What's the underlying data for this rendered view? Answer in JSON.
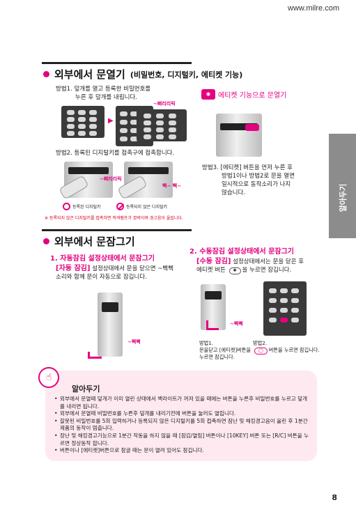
{
  "header": {
    "url": "www.milre.com"
  },
  "side_tab": {
    "label": "알아두기"
  },
  "sec1": {
    "title": "외부에서 문열기",
    "title_suffix": "(비밀번호, 디지털키, 에티켓 기능)",
    "method1": "방법1. 덮개를 열고 등록한 비밀번호를",
    "method1_cont": "누른 후 덮개를 내립니다.",
    "beep1": "~삐리리릭",
    "method2": "방법2. 등록된 디지털키를 접촉구에 접촉합니다.",
    "beep2": "~삐리리릭",
    "beep3": "삑~ 삑~",
    "legend_ok": "등록된 디지털키",
    "legend_ng": "등록되지 않은 디지털키",
    "note": "※ 등록되지 않은 디지털키를 접촉하면 적색램프가 깜박이며 경고음이 울립니다.",
    "etiquette_icon": "etiquette-key-icon",
    "etiquette_title": "에티켓 기능으로 문열기",
    "method3": [
      "방법3. [에티켓] 버튼을 먼저 누른 후",
      "방법1이나 방법2로 문을 열면",
      "일시적으로 동작소리가 나지",
      "않습니다."
    ]
  },
  "sec2": {
    "title": "외부에서 문잠그기",
    "auto_title": "1. 자동잠김 설정상태에서 문잠그기",
    "auto_bracket": "[자동 잠김]",
    "auto_desc1": " 설정상태에서 문을 닫으면 ~삑삑",
    "auto_desc2": "소리와 함께 문이 자동으로 잠깁니다.",
    "beep_auto": "~삑삑",
    "manual_title": "2. 수동잠김 설정상태에서 문잠그기",
    "manual_bracket": "[수동 잠김]",
    "manual_desc1": " 설정상태에서는 문을 닫은 후",
    "manual_desc2_a": "에티켓 버튼",
    "manual_desc2_b": "을 누르면 잠깁니다.",
    "beep_manual": "~삑삑",
    "m1_label": "방법1.",
    "m1_desc1": "문을닫고 [에티켓]버튼을",
    "m1_desc2": "누르면 잠깁니다.",
    "m2_label": "방법2.",
    "m2_desc": "버튼을 누르면 잠깁니다."
  },
  "info": {
    "heading": "알아두기",
    "items": [
      "외부에서 문열때 덮개가 이미 열린 상태에서 백라이트가 꺼져 있을 때에는 버튼을 누른후 비밀번호를 누르고 덮개를 내리면 됩니다.",
      "외부에서 문열때 비밀번호를 누른후 덮개를 내리기전에 버튼을 눌러도 열립니다.",
      "잘못된 비밀번호를 5회 입력하거나 등록되지 않은 디지털키를 5회 접촉하면 잠난 및 해킹경고음이 울린 후 1분간 제품의 동작이 멈춥니다.",
      "장난 및 해킹경고기능으로 1분간 작동을 하지 않을 때 [잠김/열림] 버튼이나 [10KEY] 버튼 또는 [R/C] 버튼을 누르면 정상동작 합니다.",
      "버튼이나 [에티켓]버튼으로 잠글 때는 문이 열려 있어도 잠깁니다."
    ]
  },
  "page": {
    "number": "8"
  }
}
